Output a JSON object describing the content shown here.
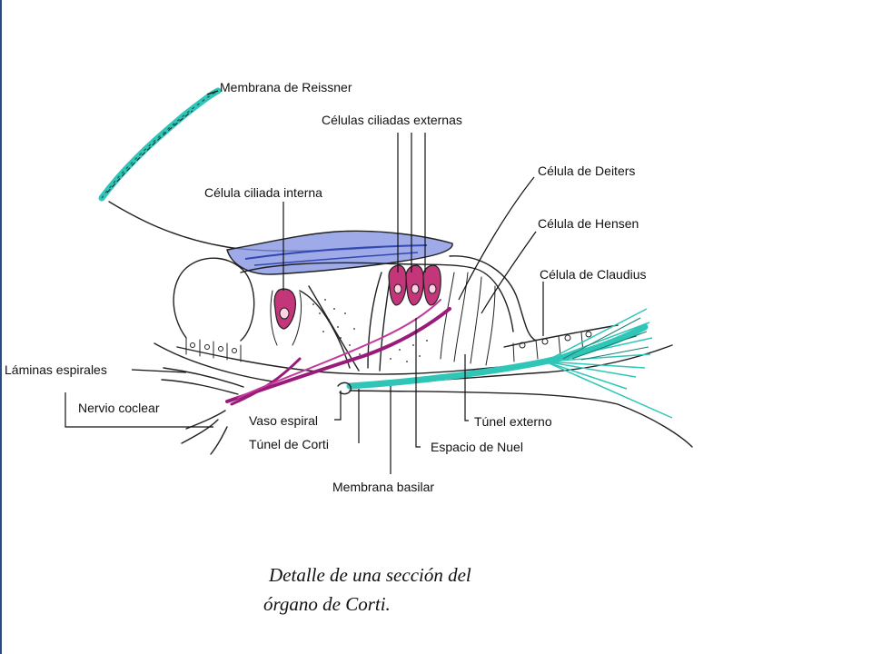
{
  "labels": {
    "reissner": "Membrana de Reissner",
    "outer_hair_cells": "Células ciliadas externas",
    "inner_hair_cell": "Célula ciliada interna",
    "deiters": "Célula de Deiters",
    "hensen": "Célula de Hensen",
    "claudius": "Célula de Claudius",
    "spiral_laminae": "Láminas espirales",
    "cochlear_nerve": "Nervio coclear",
    "spiral_vessel": "Vaso espiral",
    "corti_tunnel": "Túnel de Corti",
    "outer_tunnel": "Túnel externo",
    "nuel_space": "Espacio de Nuel",
    "basilar_membrane": "Membrana basilar"
  },
  "caption": {
    "line1": "Detalle de una sección del",
    "line2": "órgano de Corti."
  },
  "colors": {
    "tectorial_membrane": "#4a5fc0",
    "basilar_membrane": "#2fc6b8",
    "reissner_membrane": "#2fc6b8",
    "nerve_fibers": "#9a1a7a",
    "hair_cells": "#b0185a",
    "frame": "#2a4a8a"
  }
}
